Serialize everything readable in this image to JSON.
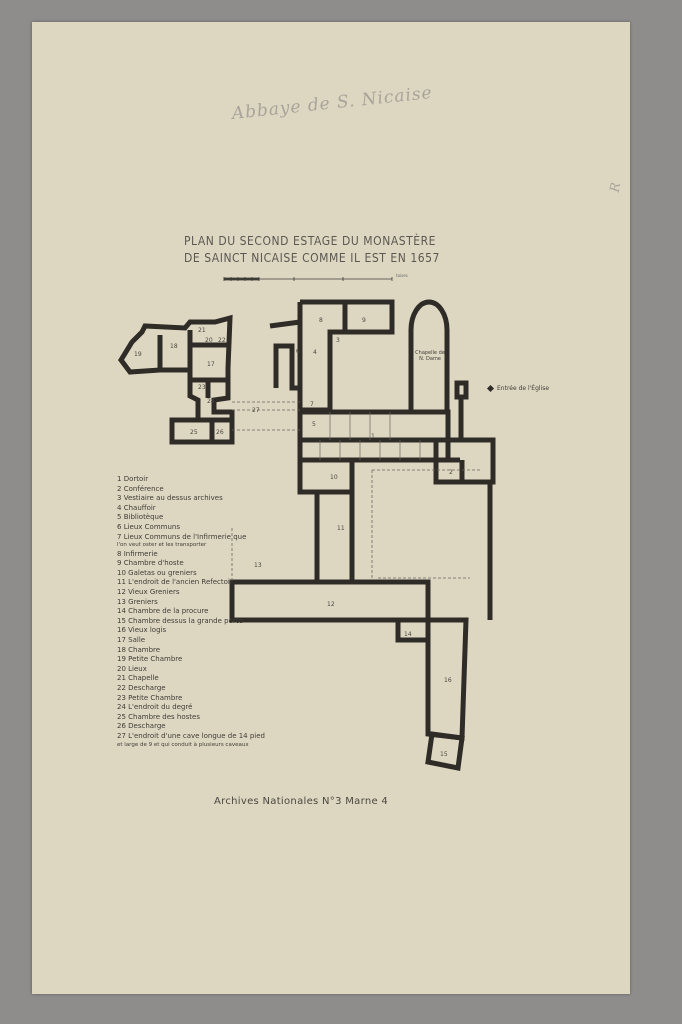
{
  "document": {
    "pencil_note": "Abbaye de S. Nicaise",
    "margin_mark": "R",
    "title_line1": "PLAN DU SECOND ESTAGE DU MONASTÈRE",
    "title_line2": "DE SAINCT NICAISE COMME IL EST EN 1657",
    "scale_unit": "toises",
    "entree_label": "Entrée de l'Église",
    "chapel_label": "Chapelle de N. Dame",
    "archives_label": "Archives Nationales N°3 Marne 4"
  },
  "legend": [
    {
      "num": "1",
      "text": "Dortoir"
    },
    {
      "num": "2",
      "text": "Conférence"
    },
    {
      "num": "3",
      "text": "Vestiaire au dessus archives"
    },
    {
      "num": "4",
      "text": "Chauffoir"
    },
    {
      "num": "5",
      "text": "Bibliotèque"
    },
    {
      "num": "6",
      "text": "Lieux Communs"
    },
    {
      "num": "7",
      "text": "Lieux Communs de l'Infirmerie que"
    },
    {
      "sub": "l'on veut oster et les transporter"
    },
    {
      "num": "8",
      "text": "Infirmerie"
    },
    {
      "num": "9",
      "text": "Chambre d'hoste"
    },
    {
      "num": "10",
      "text": "Galetas ou greniers"
    },
    {
      "num": "11",
      "text": "L'endroit de l'ancien Refectoir"
    },
    {
      "num": "12",
      "text": "Vieux Greniers"
    },
    {
      "num": "13",
      "text": "Greniers"
    },
    {
      "num": "14",
      "text": "Chambre de la procure"
    },
    {
      "num": "15",
      "text": "Chambre dessus la grande porte"
    },
    {
      "num": "16",
      "text": "Vieux logis"
    },
    {
      "num": "17",
      "text": "Salle"
    },
    {
      "num": "18",
      "text": "Chambre"
    },
    {
      "num": "19",
      "text": "Petite Chambre"
    },
    {
      "num": "20",
      "text": "Lieux"
    },
    {
      "num": "21",
      "text": "Chapelle"
    },
    {
      "num": "22",
      "text": "Descharge"
    },
    {
      "num": "23",
      "text": "Petite Chambre"
    },
    {
      "num": "24",
      "text": "L'endroit du degré"
    },
    {
      "num": "25",
      "text": "Chambre des hostes"
    },
    {
      "num": "26",
      "text": "Descharge"
    },
    {
      "num": "27",
      "text": "L'endroit d'une cave longue de 14 pied"
    },
    {
      "sub": "et large de 9 et qui conduit à plusieurs caveaux"
    }
  ],
  "plan_labels": {
    "r1": "1",
    "r3": "3",
    "r4": "4",
    "r5": "5",
    "r6": "6",
    "r7": "7",
    "r8": "8",
    "r9": "9",
    "r10": "10",
    "r11": "11",
    "r12": "12",
    "r13": "13",
    "r14": "14",
    "r15": "15",
    "r16": "16",
    "r17": "17",
    "r18": "18",
    "r19": "19",
    "r20": "20",
    "r21": "21",
    "r22": "22",
    "r23": "23",
    "r24": "24",
    "r25": "25",
    "r26": "26",
    "r27": "27",
    "r2a": "2"
  },
  "colors": {
    "paper": "#ddd7c2",
    "ink": "#2f2c28",
    "background": "#8e8d8b"
  }
}
